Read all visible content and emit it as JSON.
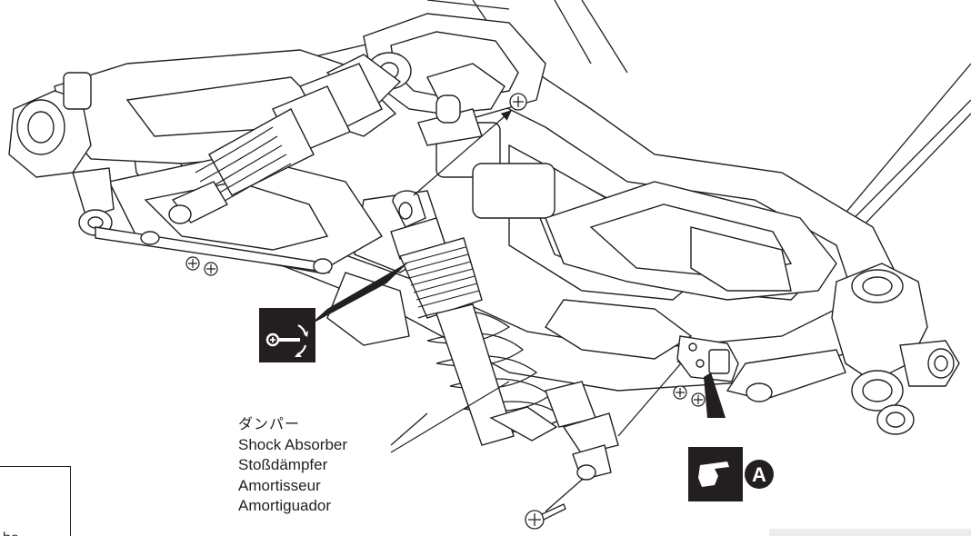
{
  "labels": {
    "shock_absorber_jp": "ダンパー",
    "shock_absorber_en": "Shock Absorber",
    "shock_absorber_de": "Stoßdämpfer",
    "shock_absorber_fr": "Amortisseur",
    "shock_absorber_es": "Amortiguador"
  },
  "callouts": {
    "detail_marker": "A"
  },
  "note_frame": {
    "partial_text": "be"
  },
  "colors": {
    "line": "#231f20",
    "icon_fill": "#231f20",
    "tab_gray": "#ececed"
  },
  "icons": {
    "tighten_screw": "screwdriver-rotate-icon",
    "pointing_hand": "pointing-hand-icon"
  }
}
